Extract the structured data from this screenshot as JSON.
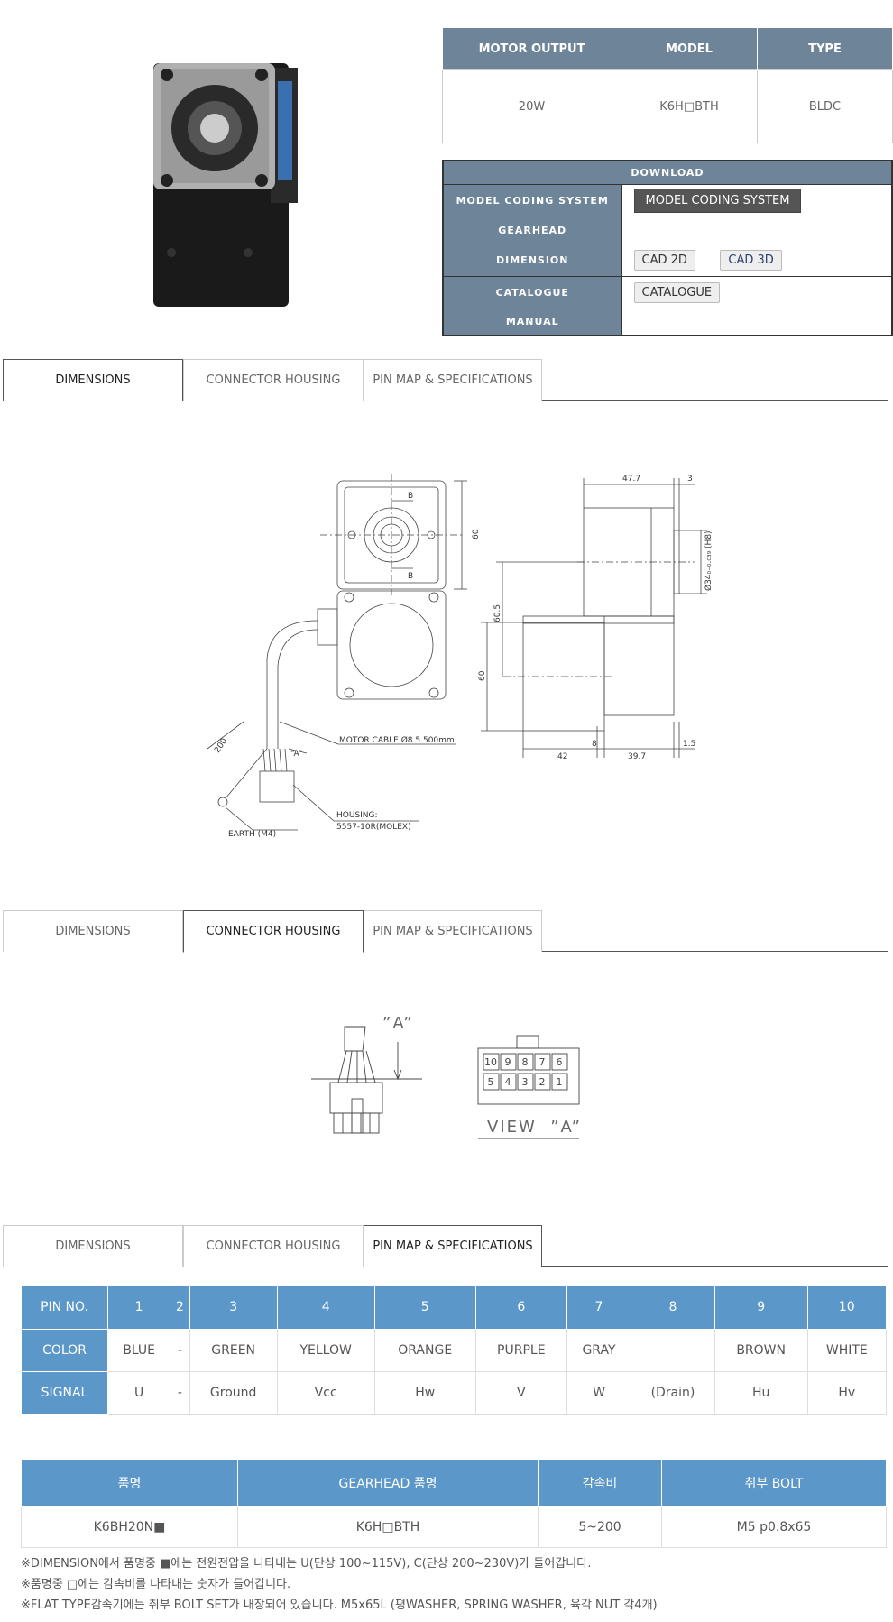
{
  "spec": {
    "headers": [
      "MOTOR OUTPUT",
      "MODEL",
      "TYPE"
    ],
    "values": [
      "20W",
      "K6H□BTH",
      "BLDC"
    ]
  },
  "download": {
    "title": "DOWNLOAD",
    "rows": [
      {
        "label": "MODEL CODING SYSTEM",
        "buttons": [
          "MODEL CODING SYSTEM"
        ]
      },
      {
        "label": "GEARHEAD",
        "buttons": []
      },
      {
        "label": "DIMENSION",
        "buttons": [
          "CAD 2D",
          "CAD 3D"
        ]
      },
      {
        "label": "CATALOGUE",
        "buttons": [
          "CATALOGUE"
        ]
      },
      {
        "label": "MANUAL",
        "buttons": []
      }
    ]
  },
  "tabs": [
    "DIMENSIONS",
    "CONNECTOR HOUSING",
    "PIN MAP & SPECIFICATIONS"
  ],
  "drawing": {
    "dim_47_7": "47.7",
    "dim_3": "3",
    "dim_60_top": "60",
    "dim_60_5": "60.5",
    "dim_60_bottom": "60",
    "dim_h8": "Ø34₀₋₀.₀₃₉ (H8)",
    "dim_42": "42",
    "dim_8": "8",
    "dim_39_7": "39.7",
    "dim_1_5": "1.5",
    "dim_200": "200",
    "label_a": "“A”",
    "b1": "B",
    "b2": "B",
    "motor_cable": "MOTOR CABLE Ø8.5 500mm",
    "housing_1": "HOUSING:",
    "housing_2": "5557-10R(MOLEX)",
    "earth": "EARTH (M4)"
  },
  "connector": {
    "label_a": "”A”",
    "top_row": [
      "10",
      "9",
      "8",
      "7",
      "6"
    ],
    "bottom_row": [
      "5",
      "4",
      "3",
      "2",
      "1"
    ],
    "view": "VIEW  ”A”"
  },
  "pinmap": {
    "headers": [
      "PIN NO.",
      "1",
      "2",
      "3",
      "4",
      "5",
      "6",
      "7",
      "8",
      "9",
      "10"
    ],
    "rows": [
      [
        "COLOR",
        "BLUE",
        "-",
        "GREEN",
        "YELLOW",
        "ORANGE",
        "PURPLE",
        "GRAY",
        "",
        "BROWN",
        "WHITE"
      ],
      [
        "SIGNAL",
        "U",
        "-",
        "Ground",
        "Vcc",
        "Hw",
        "V",
        "W",
        "(Drain)",
        "Hu",
        "Hv"
      ]
    ]
  },
  "parts": {
    "headers": [
      "품명",
      "GEARHEAD 품명",
      "감속비",
      "취부 BOLT"
    ],
    "row": [
      "K6BH20N■",
      "K6H□BTH",
      "5~200",
      "M5 p0.8x65"
    ]
  },
  "notes": [
    "※DIMENSION에서 품명중 ■에는 전원전압을 나타내는 U(단상 100~115V), C(단상 200~230V)가 들어갑니다.",
    "※품명중 □에는 감속비를 나타내는 숫자가 들어갑니다.",
    "※FLAT TYPE감속기에는 취부 BOLT SET가 내장되어 있습니다. M5x65L (평WASHER, SPRING WASHER, 육각 NUT 각4개)"
  ]
}
